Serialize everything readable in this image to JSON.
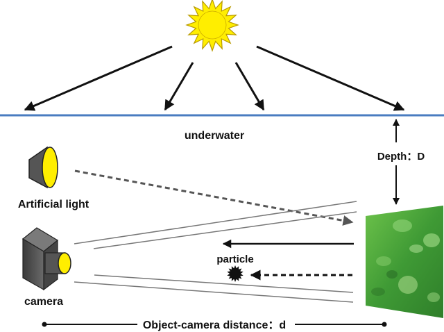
{
  "labels": {
    "underwater": "underwater",
    "depth": "Depth：D",
    "artificial_light": "Artificial light",
    "particle": "particle",
    "camera": "camera",
    "distance": "Object-camera distance：d"
  },
  "icons": {
    "sun": "sun-icon",
    "light": "spotlight-icon",
    "camera": "camera-icon",
    "particle": "particle-icon",
    "scene": "underwater-scene-image"
  },
  "colors": {
    "water_surface": "#4a7cc0",
    "sun_fill": "#ffee00",
    "sun_stroke": "#b89a00",
    "lens_yellow": "#ffee00",
    "device_gray": "#555555",
    "scene_green": "#4fa83a",
    "arrow": "#111111",
    "dashed_arrow": "#555555",
    "ray_gray": "#777777"
  }
}
